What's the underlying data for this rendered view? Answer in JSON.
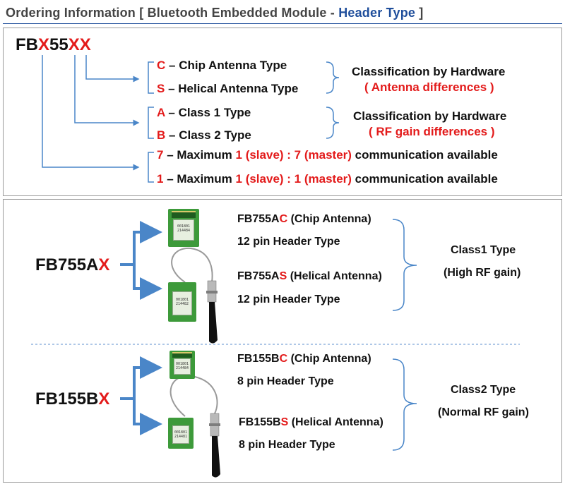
{
  "header": {
    "prefix": "Ordering Information [ Bluetooth Embedded Module - ",
    "highlight": "Header Type",
    "suffix": " ]"
  },
  "code": {
    "p1": "FB",
    "p2": "X",
    "p3": "55",
    "p4": "XX"
  },
  "options": {
    "c": {
      "letter": "C",
      "dash": " – ",
      "text": "Chip Antenna Type"
    },
    "s": {
      "letter": "S",
      "dash": " – ",
      "text": "Helical Antenna Type"
    },
    "a": {
      "letter": "A",
      "dash": " – ",
      "text": "Class 1 Type"
    },
    "b": {
      "letter": "B",
      "dash": " – ",
      "text": "Class 2 Type"
    },
    "seven": {
      "letter": "7",
      "dash": " – ",
      "pre": "Maximum ",
      "ratio": "1 (slave) : 7 (master)",
      "post": " communication available"
    },
    "one": {
      "letter": "1",
      "dash": " – ",
      "pre": "Maximum ",
      "ratio": "1 (slave) : 1 (master)",
      "post": " communication available"
    }
  },
  "classification": {
    "antenna": {
      "title": "Classification by Hardware",
      "sub": "( Antenna differences )"
    },
    "rf": {
      "title": "Classification by Hardware",
      "sub": "( RF gain differences )"
    }
  },
  "group_a": {
    "base": "FB755A",
    "x": "X",
    "chip_base": "FB755A",
    "chip_letter": "C",
    "chip_suffix": " (Chip Antenna)",
    "chip_pins": "12 pin Header Type",
    "heli_base": "FB755A",
    "heli_letter": "S",
    "heli_suffix": " (Helical Antenna)",
    "heli_pins": "12 pin Header Type",
    "class_title": "Class1 Type",
    "class_sub": "(High RF gain)",
    "chip_label": "001801\n214484",
    "heli_label": "001801\n214482"
  },
  "group_b": {
    "base": "FB155B",
    "x": "X",
    "chip_base": "FB155B",
    "chip_letter": "C",
    "chip_suffix": " (Chip Antenna)",
    "chip_pins": "8 pin Header Type",
    "heli_base": "FB155B",
    "heli_letter": "S",
    "heli_suffix": " (Helical Antenna)",
    "heli_pins": "8 pin Header Type",
    "class_title": "Class2 Type",
    "class_sub": "(Normal RF gain)",
    "chip_label": "001801\n214484",
    "heli_label": "001801\n214481"
  },
  "colors": {
    "accent_red": "#e31b1b",
    "accent_blue": "#2f6fb5",
    "arrow_blue": "#4a86c8"
  }
}
